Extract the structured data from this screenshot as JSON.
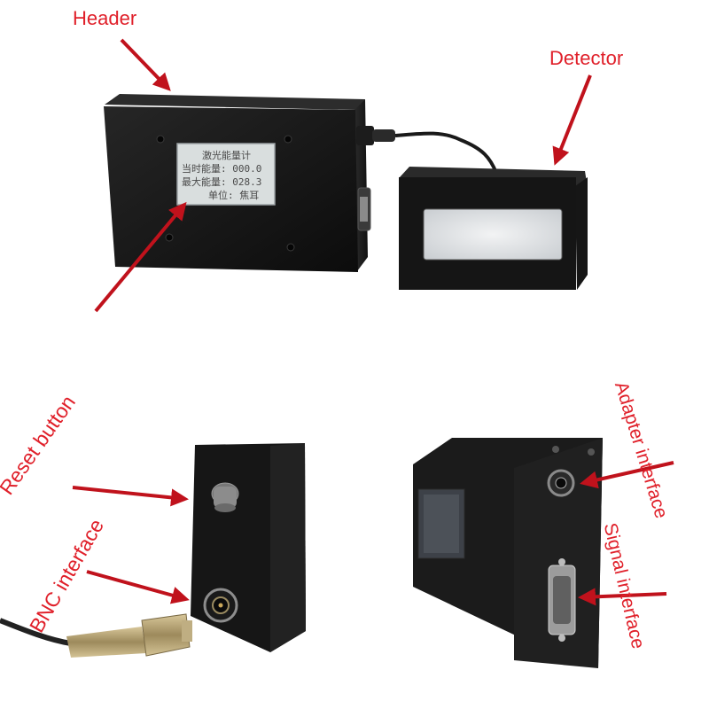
{
  "labels": {
    "header": "Header",
    "detector": "Detector",
    "reset_button": "Reset button",
    "bnc_interface": "BNC interface",
    "adapter_interface": "Adapter interface",
    "signal_interface": "Signal interface"
  },
  "lcd": {
    "line1": "激光能量计",
    "line2": "当时能量: 000.0",
    "line3": "最大能量: 028.3",
    "line4": "单位: 焦耳"
  },
  "colors": {
    "label_text": "#e0202a",
    "arrow": "#c0121c",
    "device_body": "#151515",
    "lcd_background": "#d9dede",
    "detector_window": "#e6e8ea",
    "connector_metal": "#b8a47a"
  },
  "icons": {
    "arrow": "red-arrow-icon",
    "screw": "screw-icon",
    "cable": "cable-icon"
  }
}
